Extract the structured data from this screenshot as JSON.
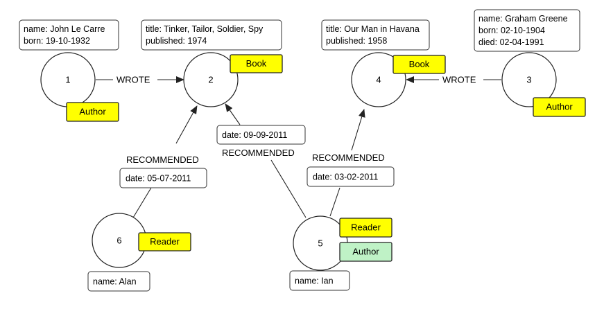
{
  "nodes": {
    "n1": {
      "id": "1",
      "labels": [
        "Author"
      ],
      "props": [
        "name: John Le Carre",
        "born: 19-10-1932"
      ]
    },
    "n2": {
      "id": "2",
      "labels": [
        "Book"
      ],
      "props": [
        "title: Tinker, Tailor, Soldier, Spy",
        "published: 1974"
      ]
    },
    "n3": {
      "id": "3",
      "labels": [
        "Author"
      ],
      "props": [
        "name: Graham Greene",
        "born: 02-10-1904",
        "died: 02-04-1991"
      ]
    },
    "n4": {
      "id": "4",
      "labels": [
        "Book"
      ],
      "props": [
        "title: Our Man in Havana",
        "published: 1958"
      ]
    },
    "n5": {
      "id": "5",
      "labels": [
        "Reader",
        "Author"
      ],
      "props": [
        "name: Ian"
      ]
    },
    "n6": {
      "id": "6",
      "labels": [
        "Reader"
      ],
      "props": [
        "name: Alan"
      ]
    }
  },
  "edges": {
    "e1": {
      "type": "WROTE"
    },
    "e2": {
      "type": "WROTE"
    },
    "e3": {
      "type": "RECOMMENDED",
      "props": [
        "date: 05-07-2011"
      ]
    },
    "e4": {
      "type": "RECOMMENDED",
      "props": [
        "date: 09-09-2011"
      ]
    },
    "e5": {
      "type": "RECOMMENDED",
      "props": [
        "date: 03-02-2011"
      ]
    }
  },
  "colors": {
    "label_yellow": "#ffff00",
    "label_green": "#bff2c6",
    "stroke": "#222222"
  }
}
